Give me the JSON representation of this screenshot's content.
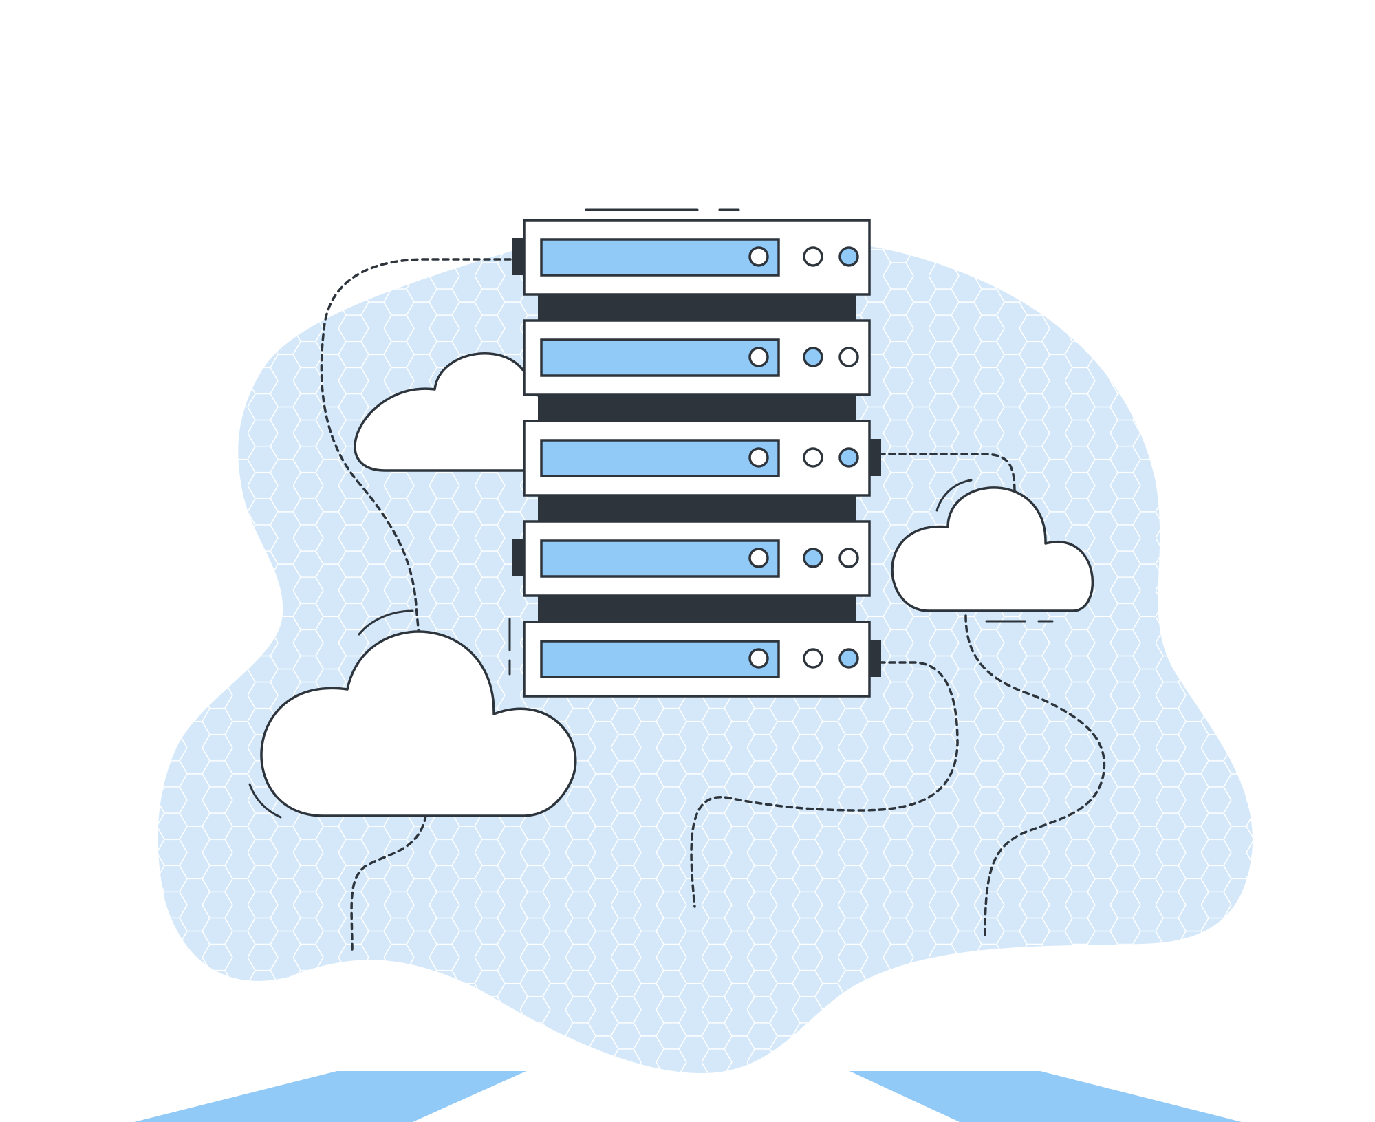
{
  "illustration": {
    "subject": "server-rack-with-clouds",
    "colors": {
      "background": "#ffffff",
      "blob": "#d4e8f9",
      "hex_grid": "#ffffff",
      "accent": "#91c9f7",
      "outline": "#2d343c",
      "panel": "#ffffff"
    },
    "server_units": [
      {
        "unit": 1,
        "lights": [
          "off",
          "off",
          "on"
        ],
        "side_tab": "left"
      },
      {
        "unit": 2,
        "lights": [
          "off",
          "on",
          "off"
        ],
        "side_tab": "none"
      },
      {
        "unit": 3,
        "lights": [
          "off",
          "off",
          "on"
        ],
        "side_tab": "right"
      },
      {
        "unit": 4,
        "lights": [
          "off",
          "on",
          "off"
        ],
        "side_tab": "left"
      },
      {
        "unit": 5,
        "lights": [
          "off",
          "off",
          "on"
        ],
        "side_tab": "right"
      }
    ],
    "clouds": [
      {
        "name": "cloud-left-small"
      },
      {
        "name": "cloud-right"
      },
      {
        "name": "cloud-left-large"
      }
    ],
    "icons": [
      "server-rack-icon",
      "cloud-icon",
      "dashed-cable-line"
    ]
  }
}
